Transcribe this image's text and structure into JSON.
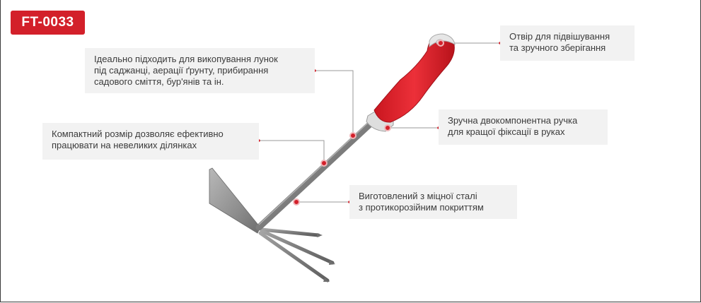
{
  "badge": {
    "label": "FT-0033"
  },
  "callouts": {
    "hole": {
      "lines": [
        "Отвір для підвішування",
        "та зручного зберігання"
      ]
    },
    "usage": {
      "lines": [
        "Ідеально підходить для викопування лунок",
        "під саджанці, аерації ґрунту, прибирання",
        "садового сміття, бур'янів та ін."
      ]
    },
    "handle": {
      "lines": [
        "Зручна двокомпонентна ручка",
        "для кращої фіксації в руках"
      ]
    },
    "size": {
      "lines": [
        "Компактний розмір дозволяє ефективно",
        "працювати на невеликих ділянках"
      ]
    },
    "steel": {
      "lines": [
        "Виготовлений з міцної сталі",
        "з протикорозійним покриттям"
      ]
    }
  },
  "colors": {
    "accent": "#d3202a",
    "callout_bg": "#f2f2f2",
    "text": "#3b3b3b",
    "steel": "#8a8a8a",
    "handle_red": "#e0242e",
    "handle_grey": "#dcdcdc"
  }
}
